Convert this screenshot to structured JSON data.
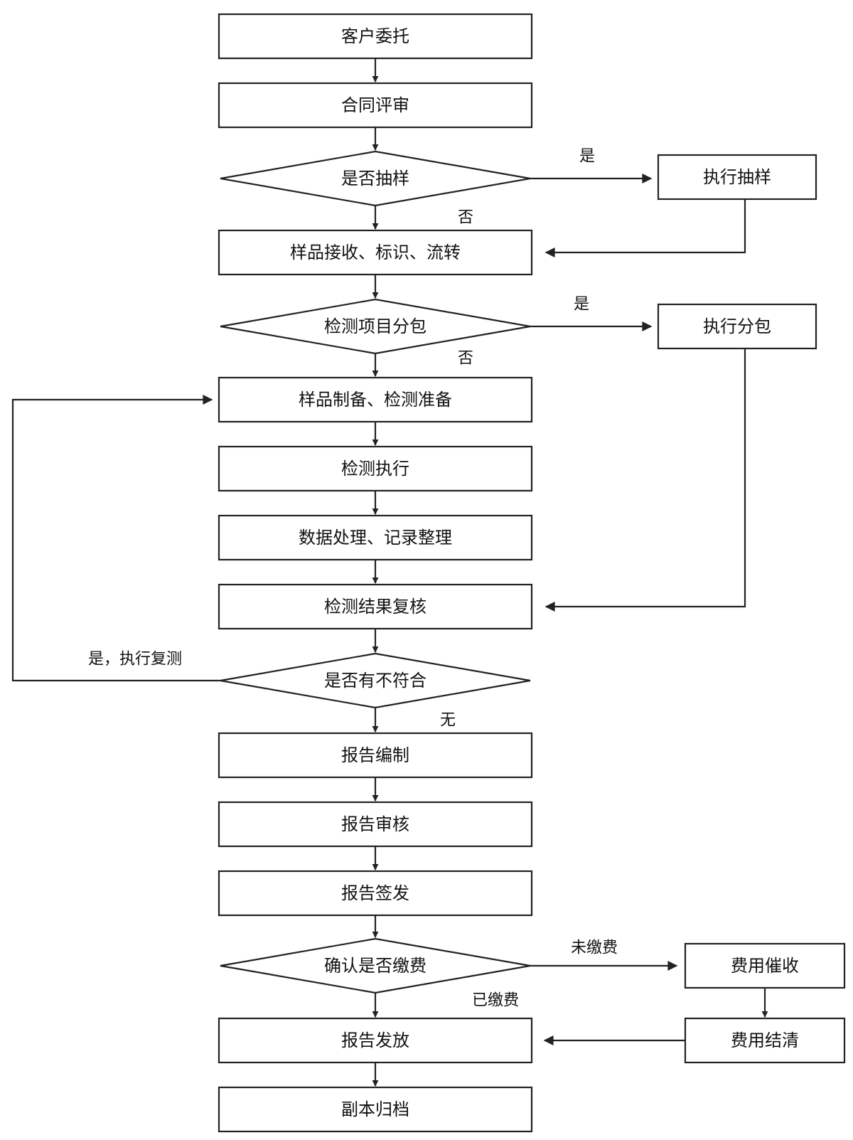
{
  "nodes": {
    "client_commission": "客户委托",
    "contract_review": "合同评审",
    "sampling_decision": "是否抽样",
    "execute_sampling": "执行抽样",
    "sample_receipt": "样品接收、标识、流转",
    "subcontract_decision": "检测项目分包",
    "execute_subcontract": "执行分包",
    "sample_preparation": "样品制备、检测准备",
    "test_execution": "检测执行",
    "data_processing": "数据处理、记录整理",
    "result_review": "检测结果复核",
    "nonconformity_decision": "是否有不符合",
    "report_compilation": "报告编制",
    "report_audit": "报告审核",
    "report_signing": "报告签发",
    "payment_decision": "确认是否缴费",
    "fee_collection": "费用催收",
    "fee_settlement": "费用结清",
    "report_release": "报告发放",
    "copy_archive": "副本归档"
  },
  "edges": {
    "sampling_yes": "是",
    "sampling_no": "否",
    "subcontract_yes": "是",
    "subcontract_no": "否",
    "retest_yes": "是，执行复测",
    "nonconformity_none": "无",
    "unpaid": "未缴费",
    "paid": "已缴费"
  },
  "colors": {
    "stroke": "#222222",
    "text": "#111111",
    "fill": "#ffffff"
  }
}
